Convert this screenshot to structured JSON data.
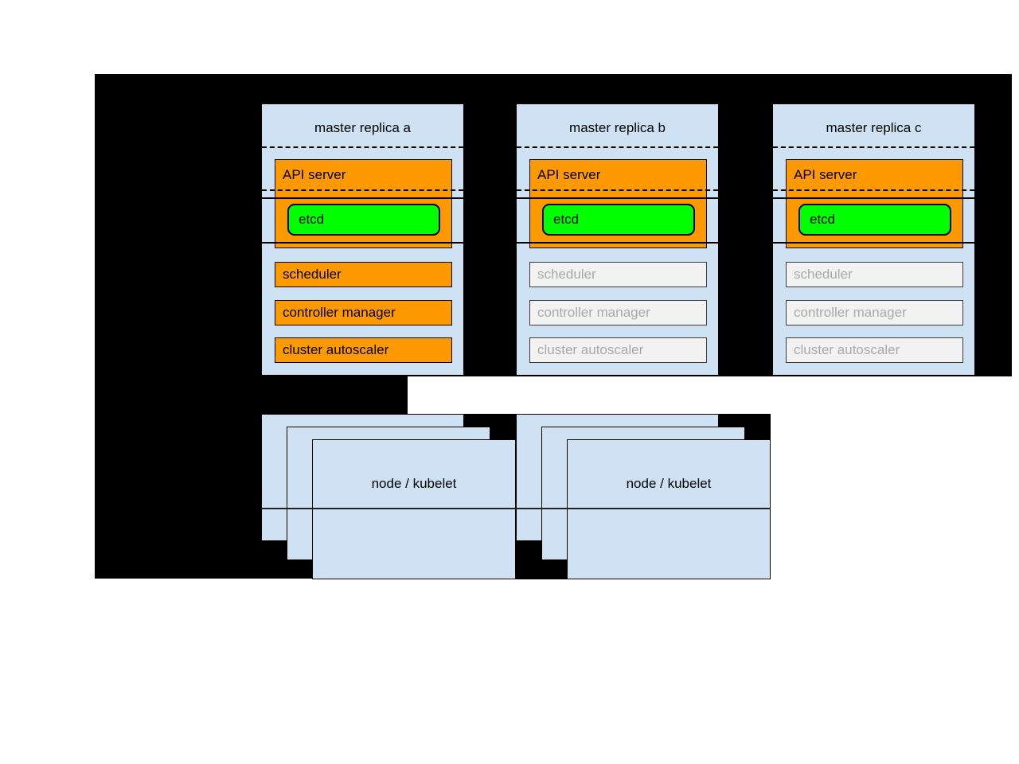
{
  "colors": {
    "background_panel": "#000000",
    "page_background": "#ffffff",
    "master_fill": "#cfe2f3",
    "active_component_fill": "#ff9900",
    "etcd_fill": "#00ff00",
    "inactive_component_fill": "#f2f2f2",
    "inactive_component_text": "#a9a9a9"
  },
  "masters": [
    {
      "title": "master replica a",
      "state": "active",
      "api_server": "API server",
      "etcd": "etcd",
      "components": [
        "scheduler",
        "controller manager",
        "cluster autoscaler"
      ]
    },
    {
      "title": "master replica b",
      "state": "inactive",
      "api_server": "API server",
      "etcd": "etcd",
      "components": [
        "scheduler",
        "controller manager",
        "cluster autoscaler"
      ]
    },
    {
      "title": "master replica c",
      "state": "inactive",
      "api_server": "API server",
      "etcd": "etcd",
      "components": [
        "scheduler",
        "controller manager",
        "cluster autoscaler"
      ]
    }
  ],
  "nodes": [
    {
      "label": "node / kubelet"
    },
    {
      "label": "node / kubelet"
    }
  ]
}
